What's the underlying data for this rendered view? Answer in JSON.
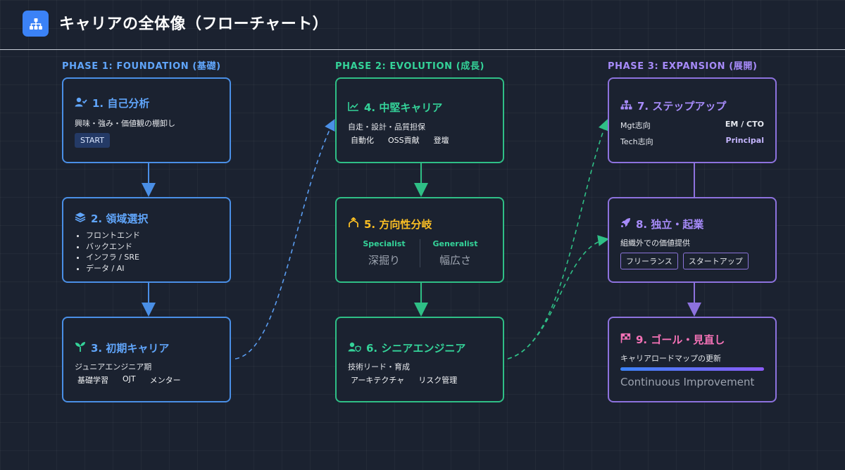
{
  "header": {
    "title": "キャリアの全体像（フローチャート）",
    "logo_icon": "sitemap-icon"
  },
  "phases": [
    {
      "label": "PHASE 1: FOUNDATION (基礎)",
      "color": "#60a5fa"
    },
    {
      "label": "PHASE 2: EVOLUTION (成長)",
      "color": "#34d399"
    },
    {
      "label": "PHASE 3: EXPANSION (展開)",
      "color": "#a78bfa"
    }
  ],
  "nodes": {
    "n1": {
      "title": "1. 自己分析",
      "icon": "user-check-icon",
      "desc": "興味・強み・価値観の棚卸し",
      "badge": "START"
    },
    "n2": {
      "title": "2. 領域選択",
      "icon": "layers-icon",
      "items": [
        "フロントエンド",
        "バックエンド",
        "インフラ / SRE",
        "データ / AI"
      ]
    },
    "n3": {
      "title": "3. 初期キャリア",
      "icon": "seedling-icon",
      "desc": "ジュニアエンジニア期",
      "tags": [
        "基礎学習",
        "OJT",
        "メンター"
      ]
    },
    "n4": {
      "title": "4. 中堅キャリア",
      "icon": "chart-line-icon",
      "desc": "自走・設計・品質担保",
      "tags": [
        "自動化",
        "OSS貢献",
        "登壇"
      ]
    },
    "n5": {
      "title": "5. 方向性分岐",
      "icon": "code-branch-icon",
      "left": {
        "label": "Specialist",
        "value": "深掘り"
      },
      "right": {
        "label": "Generalist",
        "value": "幅広さ"
      }
    },
    "n6": {
      "title": "6. シニアエンジニア",
      "icon": "user-shield-icon",
      "desc": "技術リード・育成",
      "tags": [
        "アーキテクチャ",
        "リスク管理"
      ]
    },
    "n7": {
      "title": "7. ステップアップ",
      "icon": "sitemap-icon",
      "rows": [
        {
          "label": "Mgt志向",
          "value": "EM / CTO"
        },
        {
          "label": "Tech志向",
          "value": "Principal"
        }
      ]
    },
    "n8": {
      "title": "8. 独立・起業",
      "icon": "rocket-icon",
      "desc": "組織外での価値提供",
      "tags": [
        "フリーランス",
        "スタートアップ"
      ]
    },
    "n9": {
      "title": "9. ゴール・見直し",
      "icon": "flag-checkered-icon",
      "desc": "キャリアロードマップの更新",
      "progress": 1.0,
      "footer": "Continuous Improvement"
    }
  },
  "colors": {
    "blue": "#4a8fe6",
    "green": "#2fbf86",
    "purple": "#8d72de"
  }
}
